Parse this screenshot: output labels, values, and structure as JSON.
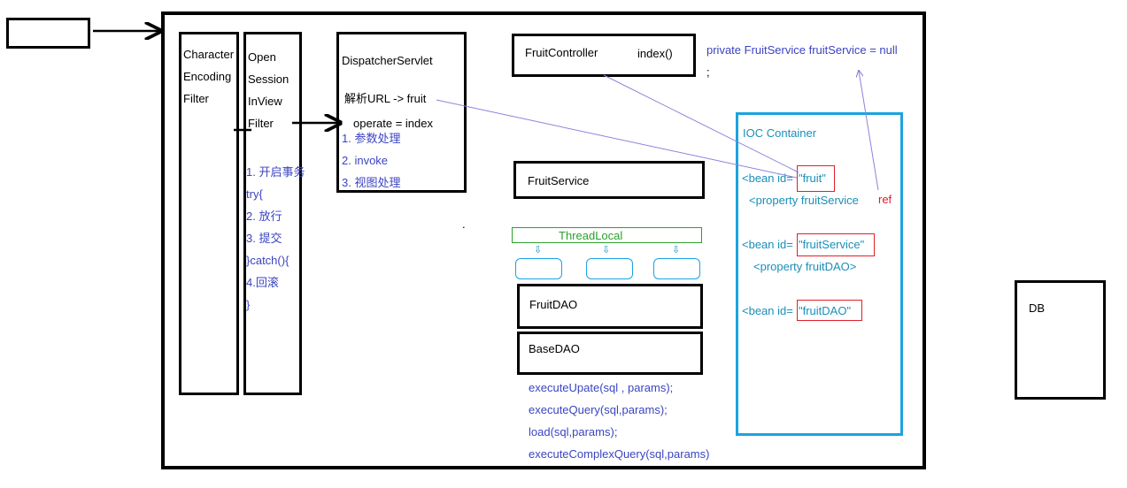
{
  "filters": {
    "character_encoding": [
      "Character",
      "Encoding",
      "Filter"
    ],
    "open_session": [
      "Open",
      "Session",
      "InView",
      "Filter"
    ],
    "open_session_steps": [
      "1. 开启事务",
      "try{",
      "2. 放行",
      "3. 提交",
      "}catch(){",
      "4.回滚",
      "}"
    ]
  },
  "dispatcher": {
    "title": "DispatcherServlet",
    "parse_url": "解析URL -> fruit",
    "operate": "operate = index",
    "steps": [
      "1. 参数处理",
      "2. invoke",
      "3. 视图处理"
    ]
  },
  "controller": {
    "name": "FruitController",
    "method": "index()",
    "field": "private FruitService fruitService = null",
    "semicolon": ";"
  },
  "service": {
    "name": "FruitService"
  },
  "threadlocal": {
    "label": "ThreadLocal",
    "arrow": "⇩"
  },
  "dao": {
    "fruit_dao": "FruitDAO",
    "base_dao": "BaseDAO",
    "methods": [
      "executeUpate(sql , params);",
      "executeQuery(sql,params);",
      "load(sql,params);",
      "executeComplexQuery(sql,params)"
    ]
  },
  "ioc": {
    "title": "IOC Container",
    "bean_prefix": "<bean id=",
    "bean_fruit": "\"fruit\"",
    "property_fruit_service": "<property fruitService",
    "ref": "ref",
    "bean_fruit_service": "\"fruitService\"",
    "property_fruit_dao": "<property fruitDAO>",
    "bean_fruit_dao": "\"fruitDAO\""
  },
  "db": {
    "label": "DB"
  },
  "dot": "."
}
